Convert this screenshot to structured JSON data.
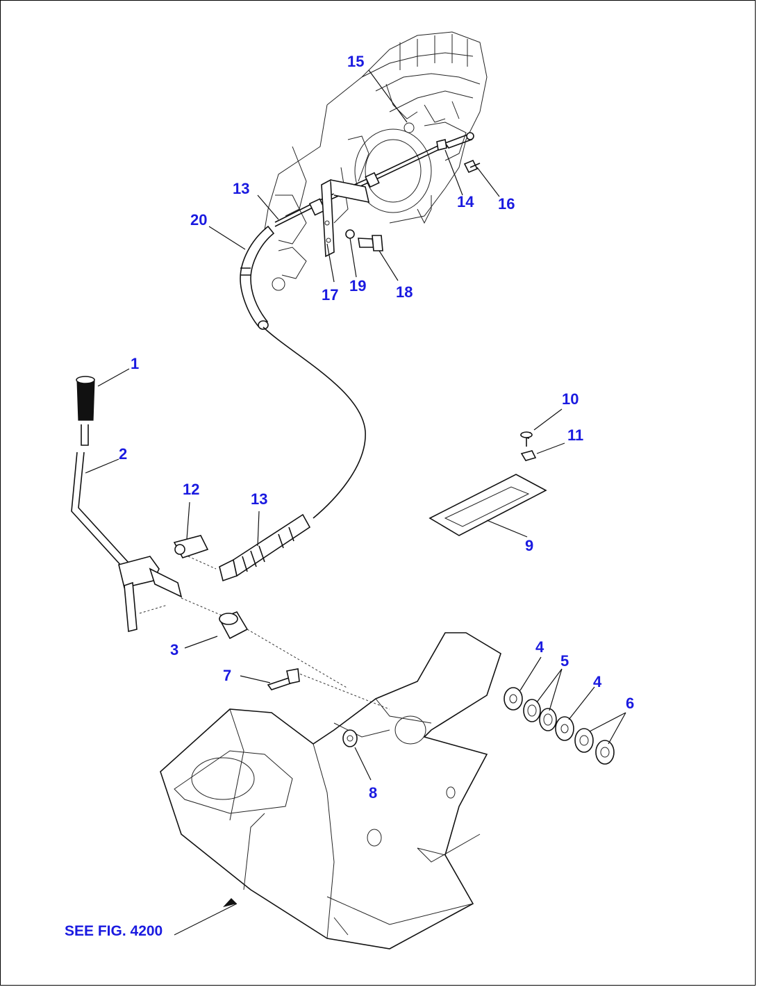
{
  "diagram": {
    "reference_text": "SEE FIG. 4200",
    "labels": [
      {
        "id": "1",
        "text": "1"
      },
      {
        "id": "2",
        "text": "2"
      },
      {
        "id": "3",
        "text": "3"
      },
      {
        "id": "4a",
        "text": "4"
      },
      {
        "id": "4b",
        "text": "4"
      },
      {
        "id": "5",
        "text": "5"
      },
      {
        "id": "6",
        "text": "6"
      },
      {
        "id": "7",
        "text": "7"
      },
      {
        "id": "8",
        "text": "8"
      },
      {
        "id": "9",
        "text": "9"
      },
      {
        "id": "10",
        "text": "10"
      },
      {
        "id": "11",
        "text": "11"
      },
      {
        "id": "12",
        "text": "12"
      },
      {
        "id": "13a",
        "text": "13"
      },
      {
        "id": "13b",
        "text": "13"
      },
      {
        "id": "14",
        "text": "14"
      },
      {
        "id": "15",
        "text": "15"
      },
      {
        "id": "16",
        "text": "16"
      },
      {
        "id": "17",
        "text": "17"
      },
      {
        "id": "18",
        "text": "18"
      },
      {
        "id": "19",
        "text": "19"
      },
      {
        "id": "20",
        "text": "20"
      }
    ],
    "colors": {
      "label": "#1a1ae0",
      "line": "#111111",
      "background": "#ffffff"
    }
  }
}
